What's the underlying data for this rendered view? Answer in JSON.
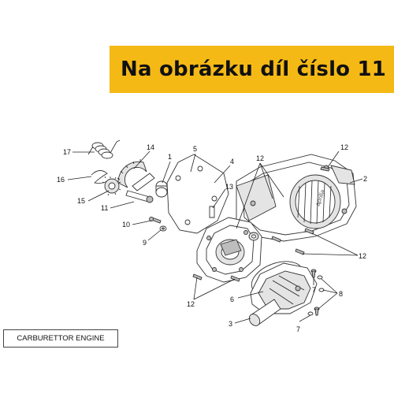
{
  "banner": {
    "text": "Na obrázku díl číslo 11",
    "color": "#f5b916"
  },
  "caption": {
    "text": "CARBURETTOR ENGINE"
  },
  "callouts": {
    "c17": "17",
    "c14": "14",
    "c1": "1",
    "c5": "5",
    "c4": "4",
    "c12a": "12",
    "c12b": "12",
    "c2": "2",
    "c16": "16",
    "c15": "15",
    "c11": "11",
    "c13": "13",
    "c10": "10",
    "c9": "9",
    "c12c": "12",
    "c12d": "12",
    "c6": "6",
    "c7a": "7",
    "c8": "8",
    "c3": "3",
    "c7b": "7"
  },
  "brand_logo": "aprilia"
}
